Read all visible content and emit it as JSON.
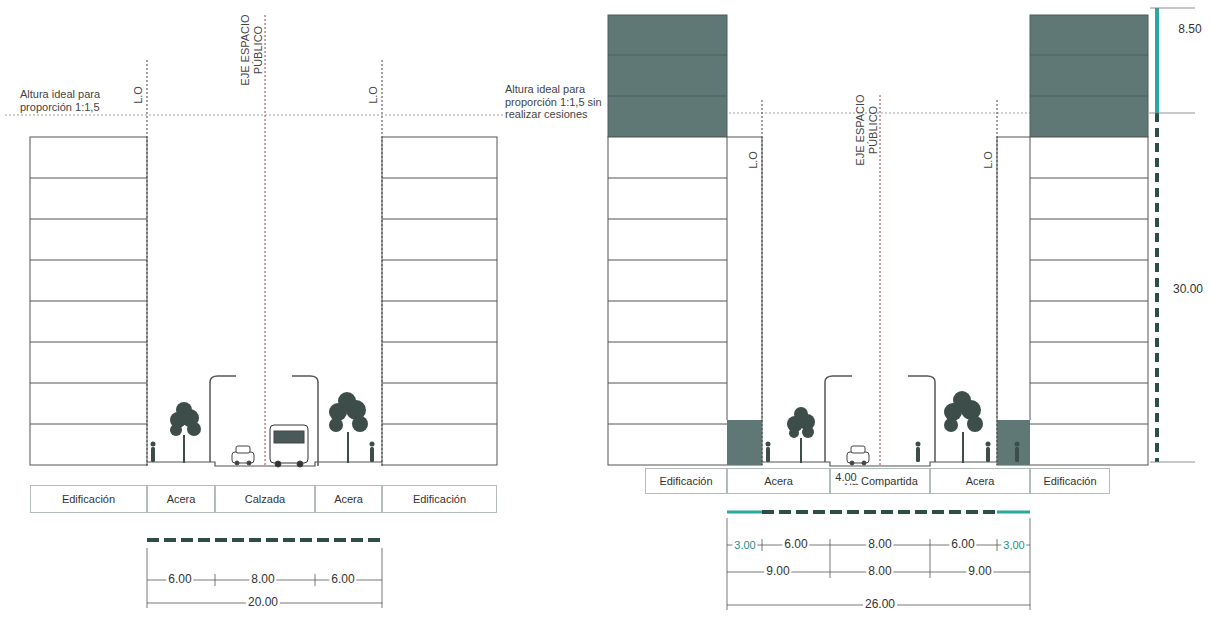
{
  "diagram": {
    "nodes": [
      {
        "text": [
          "Edificación"
        ]
      },
      {
        "text": [
          "Acera"
        ]
      },
      {
        "text": [
          "Calzada"
        ]
      },
      {
        "text": [
          "Acera"
        ]
      },
      {
        "text": [
          "Edificación"
        ]
      },
      {
        "text": [
          "Edificación"
        ]
      },
      {
        "text": [
          "Acera"
        ]
      },
      {
        "text": [
          "Via Compartida"
        ]
      },
      {
        "text": [
          "Acera"
        ]
      },
      {
        "text": [
          "Edificación"
        ]
      }
    ],
    "edges": [],
    "labels": [
      "Altura ideal para proporción 1:1,5",
      "L.O",
      "EJE ESPACIO PÚBLICO",
      "L.O",
      "6.00",
      "8.00",
      "6.00",
      "20.00",
      "Altura ideal para proporción 1:1,5 sin realizar cesiones",
      "L.O",
      "EJE ESPACIO PÚBLICO",
      "L.O",
      "8.50",
      "30.00",
      "4.00",
      "3.00",
      "6.00",
      "8.00",
      "6.00",
      "3,00",
      "9.00",
      "8.00",
      "9.00",
      "26.00"
    ]
  }
}
